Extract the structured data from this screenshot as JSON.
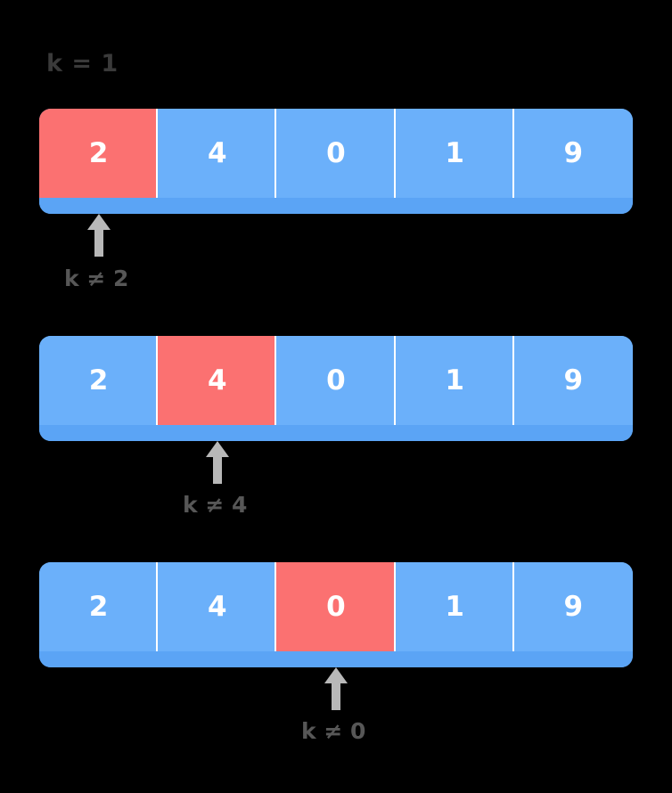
{
  "diagram": {
    "title": "k = 1",
    "colors": {
      "background": "#000000",
      "cell_default": "#6bb0fa",
      "cell_highlight": "#fb7171",
      "bar_base": "#5ba4f5",
      "cell_text": "#ffffff",
      "title_text": "#3a3a3a",
      "note_text": "#575757",
      "arrow": "#b8b8b8"
    },
    "search_key": "1",
    "array": [
      "2",
      "4",
      "0",
      "1",
      "9"
    ],
    "steps": [
      {
        "highlight_index": 0,
        "cells": [
          "2",
          "4",
          "0",
          "1",
          "9"
        ],
        "note": "k ≠ 2",
        "arrow": "up-arrow-icon"
      },
      {
        "highlight_index": 1,
        "cells": [
          "2",
          "4",
          "0",
          "1",
          "9"
        ],
        "note": "k ≠ 4",
        "arrow": "up-arrow-icon"
      },
      {
        "highlight_index": 2,
        "cells": [
          "2",
          "4",
          "0",
          "1",
          "9"
        ],
        "note": "k ≠ 0",
        "arrow": "up-arrow-icon"
      }
    ]
  }
}
